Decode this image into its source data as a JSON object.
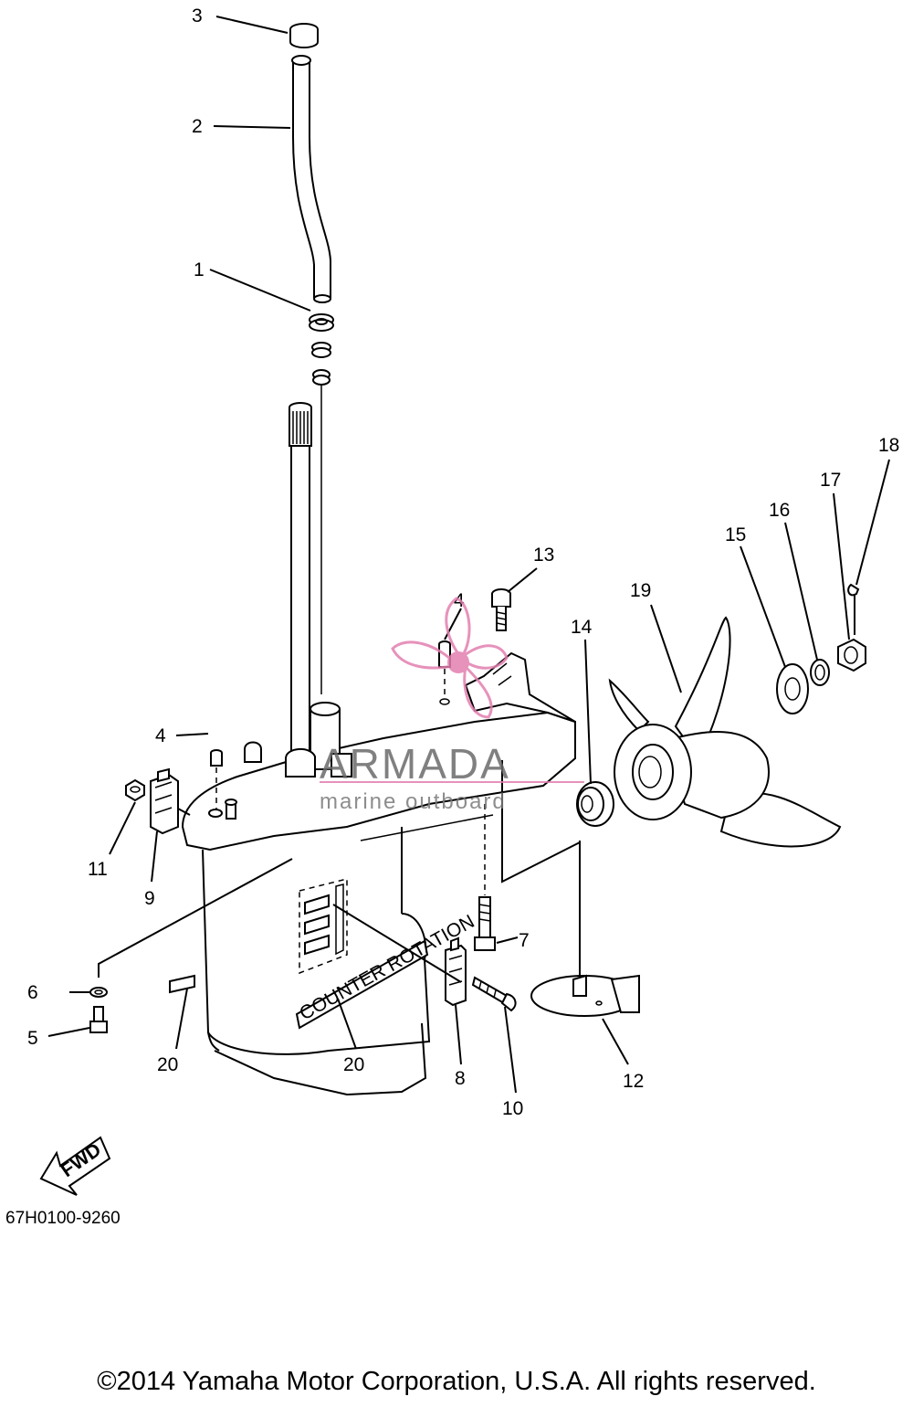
{
  "diagram": {
    "callouts": [
      "1",
      "2",
      "3",
      "4",
      "4",
      "5",
      "6",
      "7",
      "8",
      "9",
      "10",
      "11",
      "12",
      "13",
      "14",
      "15",
      "16",
      "17",
      "18",
      "19",
      "20",
      "20"
    ],
    "decal_text": "COUNTER ROTATION",
    "fwd_label": "FWD",
    "drawing_code": "67H0100-9260"
  },
  "watermark": {
    "brand": "ARMADA",
    "tagline": "marine outboard",
    "color": "#e27fb0"
  },
  "footer": {
    "copyright": "©2014 Yamaha Motor Corporation, U.S.A. All rights reserved."
  }
}
